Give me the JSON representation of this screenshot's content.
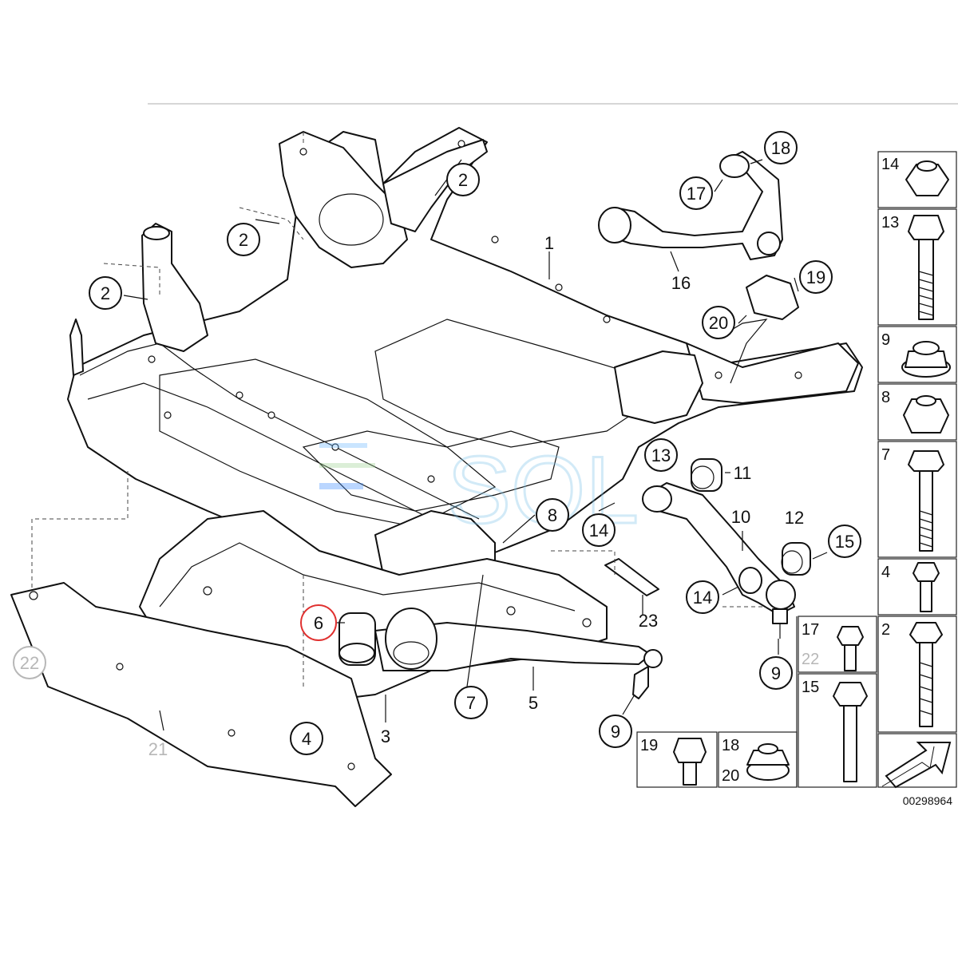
{
  "diagram": {
    "code": "00298964",
    "watermark": "SOL",
    "highlight_color": "#e0302f",
    "highlighted_part": "6",
    "callouts": {
      "c1": "1",
      "c2a": "2",
      "c2b": "2",
      "c2c": "2",
      "c3": "3",
      "c4": "4",
      "c5": "5",
      "c6": "6",
      "c7": "7",
      "c8": "8",
      "c9a": "9",
      "c9b": "9",
      "c10": "10",
      "c11": "11",
      "c12": "12",
      "c13": "13",
      "c14a": "14",
      "c14b": "14",
      "c15": "15",
      "c16": "16",
      "c17": "17",
      "c18": "18",
      "c19": "19",
      "c20": "20",
      "c21": "21",
      "c22": "22",
      "c23": "23"
    },
    "hardware_panel": {
      "right_column": [
        "14",
        "13",
        "9",
        "8",
        "7",
        "4",
        "2"
      ],
      "middle_column": [
        "17",
        "22",
        "15"
      ],
      "bottom_row": [
        "19",
        "18",
        "20"
      ]
    }
  }
}
